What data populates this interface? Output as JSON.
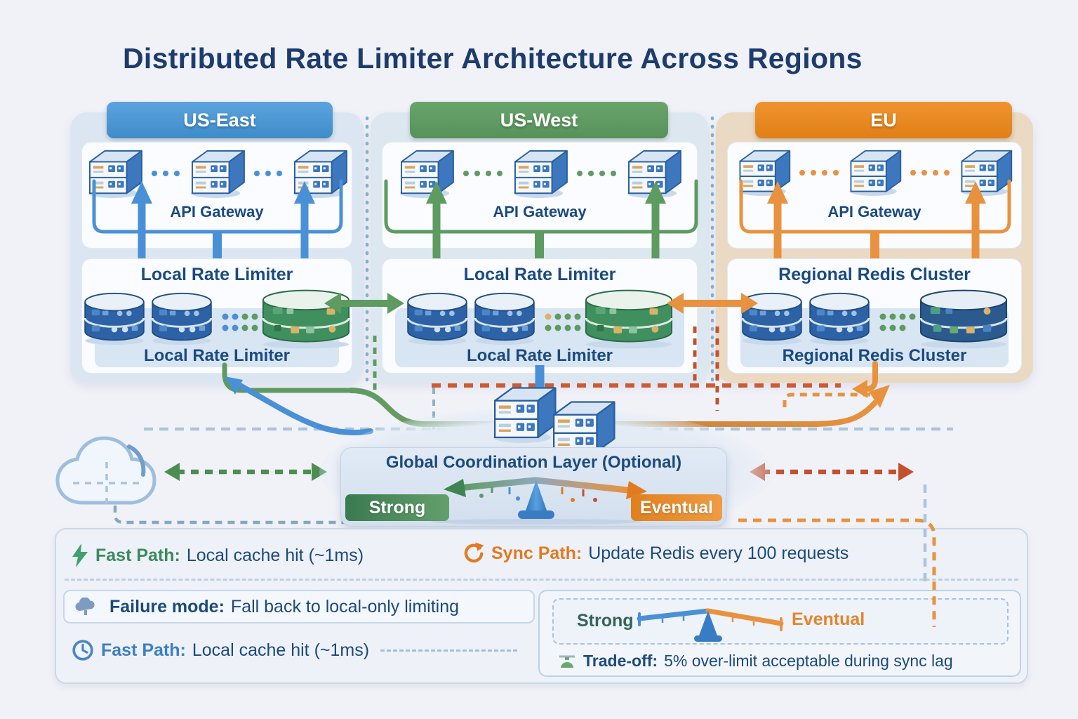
{
  "title": "Distributed Rate Limiter Architecture Across Regions",
  "regions": [
    {
      "name": "US-East",
      "gateway_label": "API Gateway",
      "cluster_title": "Local Rate Limiter",
      "cluster_label": "Local Rate Limiter",
      "color": "#4a90d6"
    },
    {
      "name": "US-West",
      "gateway_label": "API Gateway",
      "cluster_title": "Local Rate Limiter",
      "cluster_label": "Local Rate Limiter",
      "color": "#5d9b61"
    },
    {
      "name": "EU",
      "gateway_label": "API Gateway",
      "cluster_title": "Regional Redis Cluster",
      "cluster_label": "Regional Redis Cluster",
      "color": "#e8861f"
    }
  ],
  "coordination": {
    "title": "Global Coordination Layer (Optional)",
    "strong_label": "Strong",
    "eventual_label": "Eventual"
  },
  "legend": {
    "fast_path": {
      "icon": "lightning-icon",
      "label": "Fast Path:",
      "text": "Local cache hit (~1ms)"
    },
    "sync_path": {
      "icon": "sync-icon",
      "label": "Sync Path:",
      "text": "Update Redis every 100 requests"
    },
    "failure_mode": {
      "icon": "cloud-icon",
      "label": "Failure mode:",
      "text": "Fall back to local-only limiting"
    },
    "fast_path_2": {
      "icon": "clock-icon",
      "label": "Fast Path:",
      "text": "Local cache hit (~1ms)"
    },
    "tradeoff_panel": {
      "strong_label": "Strong",
      "eventual_label": "Eventual",
      "icon": "balance-scale-icon",
      "tradeoff_label": "Trade-off:",
      "tradeoff_text": "5% over-limit acceptable during sync lag"
    }
  },
  "colors": {
    "us_east_blue": "#4a90d6",
    "us_west_green": "#5d9b61",
    "eu_orange": "#e8861f",
    "navy_text": "#1b4b7e",
    "strong_green": "#3c7d52",
    "eventual_orange": "#e2862c",
    "alert_red": "#c4502e",
    "fast_path_green": "#3a8a5f",
    "fast_path_blue": "#3b7fc4"
  }
}
